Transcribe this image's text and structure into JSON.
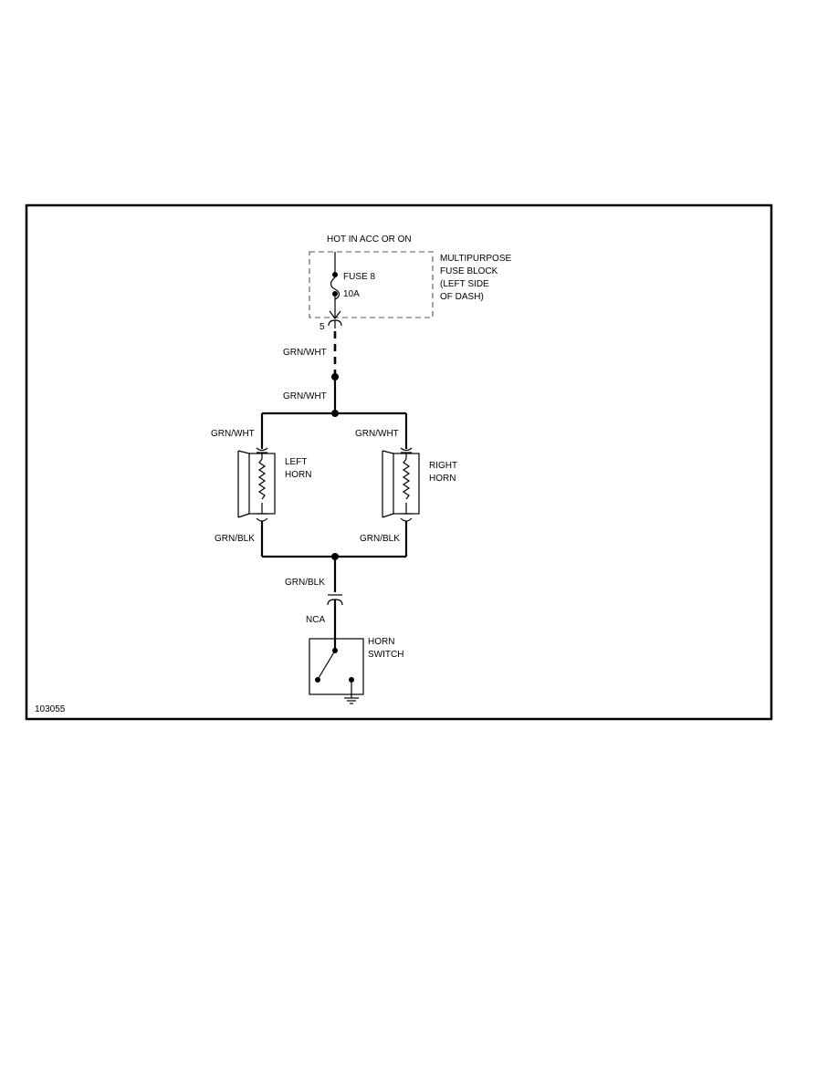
{
  "supply": {
    "label": "HOT IN ACC OR ON"
  },
  "fuse_block": {
    "name_lines": [
      "MULTIPURPOSE",
      "FUSE BLOCK",
      "(LEFT SIDE",
      "OF DASH)"
    ],
    "fuse_name": "FUSE 8",
    "fuse_rating": "10A",
    "terminal": "5"
  },
  "wires": {
    "feed_upper": "GRN/WHT",
    "feed_lower": "GRN/WHT",
    "left_horn_in": "GRN/WHT",
    "right_horn_in": "GRN/WHT",
    "left_horn_out": "GRN/BLK",
    "right_horn_out": "GRN/BLK",
    "switch_feed": "GRN/BLK"
  },
  "left_horn": {
    "lines": [
      "LEFT",
      "HORN"
    ]
  },
  "right_horn": {
    "lines": [
      "RIGHT",
      "HORN"
    ]
  },
  "connector": {
    "label": "NCA"
  },
  "horn_switch": {
    "lines": [
      "HORN",
      "SWITCH"
    ]
  },
  "diagram_id": "103055"
}
